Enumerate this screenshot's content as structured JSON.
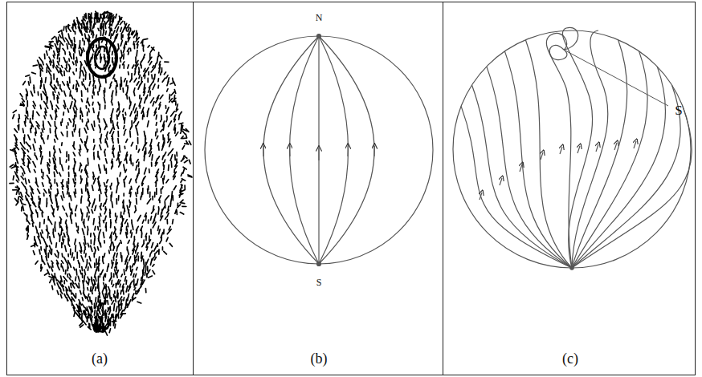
{
  "diagram": {
    "labels": [
      "N",
      "S",
      "S",
      "(a)",
      "(b)",
      "(c)"
    ]
  }
}
